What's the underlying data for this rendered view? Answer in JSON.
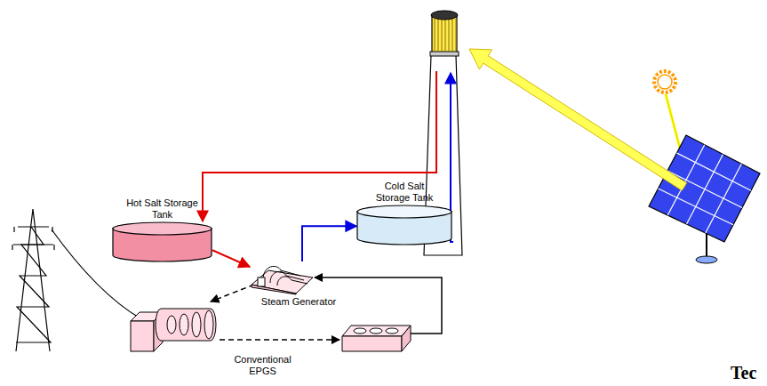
{
  "diagram": {
    "nodes": [
      {
        "text": [
          "Hot Salt Storage Tank"
        ]
      },
      {
        "text": [
          "Cold Salt Storage Tank"
        ]
      },
      {
        "text": [
          "Steam Generator"
        ]
      },
      {
        "text": [
          "Conventional EPGS"
        ]
      }
    ],
    "edges": [
      {
        "from": 0,
        "to": 2,
        "arrow": "to"
      },
      {
        "from": 2,
        "to": 1,
        "arrow": "to"
      },
      {
        "from": 2,
        "to": 3,
        "arrow": "to"
      }
    ],
    "labels": [
      "Tec"
    ]
  }
}
